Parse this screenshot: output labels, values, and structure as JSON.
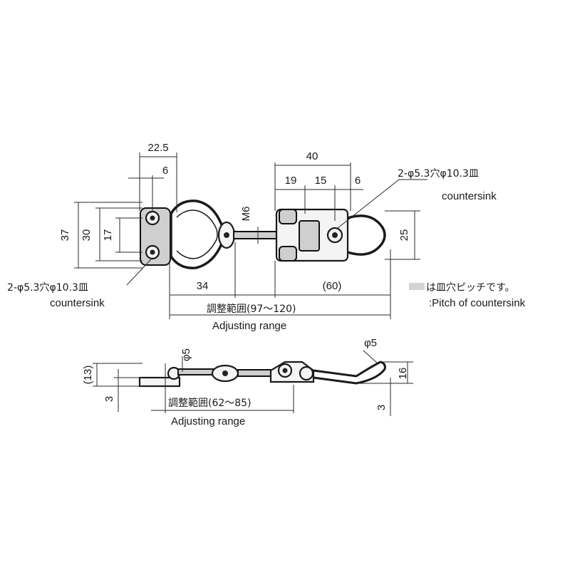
{
  "top_view": {
    "dims": {
      "d_22_5": "22.5",
      "d_6_left": "6",
      "d_37": "37",
      "d_30": "30",
      "d_17": "17",
      "d_m6": "M6",
      "d_40": "40",
      "d_19": "19",
      "d_15": "15",
      "d_6_right": "6",
      "d_25": "25",
      "d_34": "34",
      "d_60": "(60)"
    },
    "hole_note_right": "2-φ5.3穴φ10.3皿",
    "hole_note_right_en": "countersink",
    "hole_note_left": "2-φ5.3穴φ10.3皿",
    "hole_note_left_en": "countersink",
    "adjust_jp": "調整範囲(97～120)",
    "adjust_en": "Adjusting range"
  },
  "legend": {
    "pitch_jp": "は皿穴ピッチです。",
    "pitch_en": ":Pitch of countersink",
    "swatch_color": "#d4d4d4"
  },
  "side_view": {
    "dims": {
      "d_phi5_left": "φ5",
      "d_13": "(13)",
      "d_3_left": "3",
      "d_phi5_right": "φ5",
      "d_16": "16",
      "d_3_right": "3"
    },
    "adjust_jp": "調整範囲(62～85)",
    "adjust_en": "Adjusting range"
  }
}
